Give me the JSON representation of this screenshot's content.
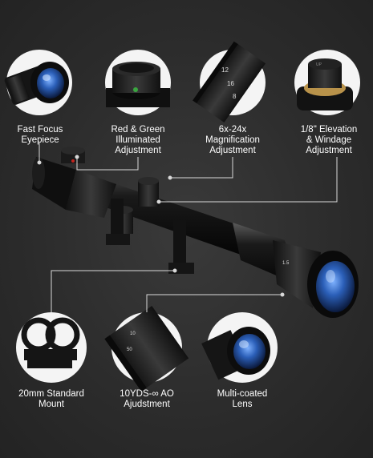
{
  "features": [
    {
      "id": "eyepiece",
      "lines": [
        "Fast Focus",
        "Eyepiece"
      ]
    },
    {
      "id": "illumination",
      "lines": [
        "Red & Green",
        "Illuminated",
        "Adjustment"
      ]
    },
    {
      "id": "magnification",
      "lines": [
        "6x-24x",
        "Magnification",
        "Adjustment"
      ]
    },
    {
      "id": "turrets",
      "lines": [
        "1/8\" Elevation",
        "& Windage",
        "Adjustment"
      ]
    },
    {
      "id": "mount",
      "lines": [
        "20mm Standard",
        "Mount"
      ]
    },
    {
      "id": "ao",
      "lines": [
        "10YDS-∞ AO",
        "Ajudstment"
      ]
    },
    {
      "id": "lens",
      "lines": [
        "Multi-coated",
        "Lens"
      ]
    }
  ],
  "colors": {
    "background": "#2e2e2e",
    "circle_fill": "#f4f4f4",
    "leader_line": "#d9d9d9",
    "lens_blue": "#2b5fb8",
    "brass": "#b8924a",
    "illum_green": "#3aa640",
    "illum_red": "#c4241f"
  }
}
